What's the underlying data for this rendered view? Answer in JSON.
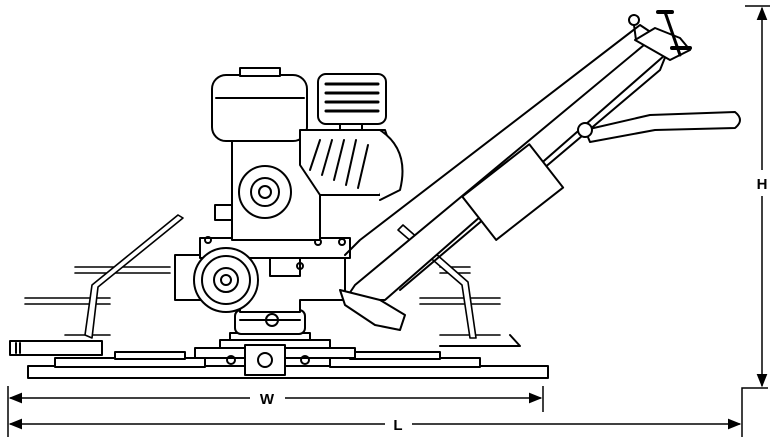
{
  "dimensions": {
    "width_label": "W",
    "length_label": "L",
    "height_label": "H"
  },
  "colors": {
    "line": "#000000",
    "background": "#ffffff"
  }
}
